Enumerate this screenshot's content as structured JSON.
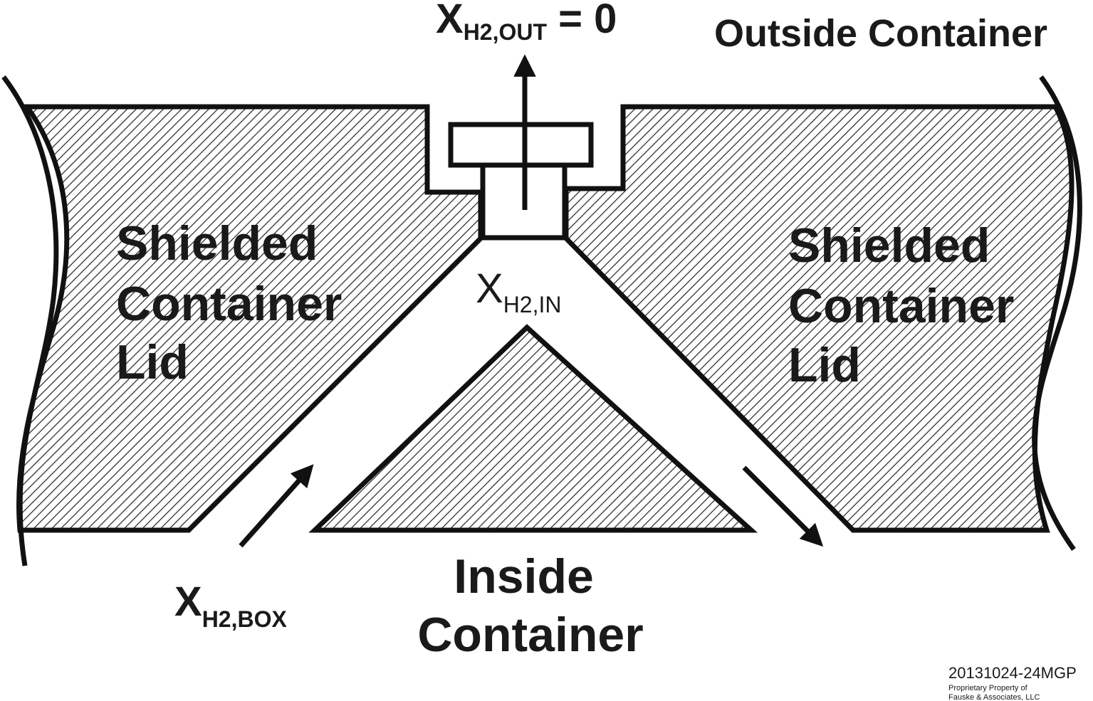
{
  "labels": {
    "outside_container": "Outside Container",
    "left_lid": [
      "Shielded",
      "Container",
      "Lid"
    ],
    "right_lid": [
      "Shielded",
      "Container",
      "Lid"
    ],
    "inside_container": [
      "Inside",
      "Container"
    ]
  },
  "variables": {
    "x_out": {
      "symbol": "X",
      "subscript": "H2,OUT",
      "suffix": " = 0"
    },
    "x_in": {
      "symbol": "X",
      "subscript": "H2,IN"
    },
    "x_box": {
      "symbol": "X",
      "subscript": "H2,BOX"
    }
  },
  "credit": {
    "id": "20131024-24MGP",
    "line1": "Proprietary Property of",
    "line2": "Fauske & Associates, LLC"
  },
  "colors": {
    "stroke": "#111111",
    "text": "#1a1a1a",
    "background": "#ffffff"
  }
}
